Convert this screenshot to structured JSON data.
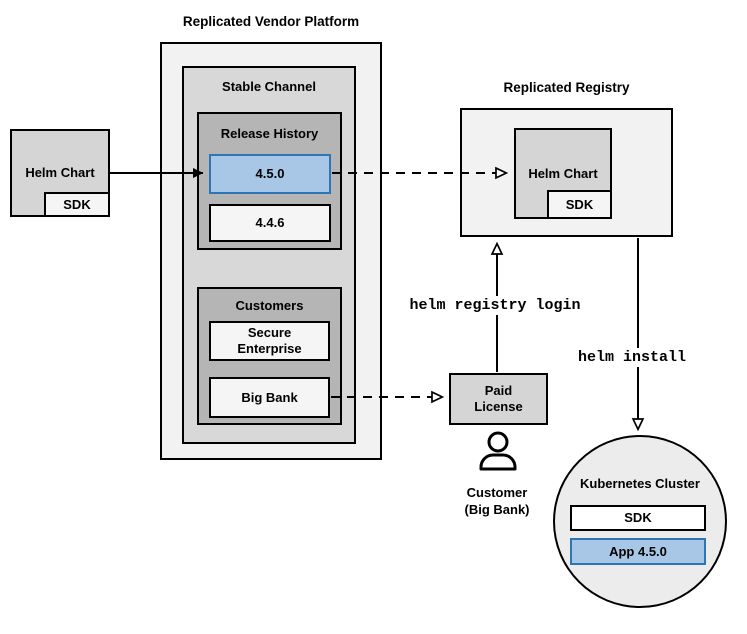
{
  "vendor_platform": {
    "title": "Replicated Vendor Platform",
    "stable_channel": {
      "title": "Stable Channel",
      "release_history": {
        "title": "Release History",
        "releases": [
          {
            "version": "4.5.0",
            "highlighted": true
          },
          {
            "version": "4.4.6",
            "highlighted": false
          }
        ]
      },
      "customers": {
        "title": "Customers",
        "items": [
          {
            "name": "Secure Enterprise"
          },
          {
            "name": "Big Bank"
          }
        ]
      }
    }
  },
  "source_helm_chart": {
    "label": "Helm Chart",
    "sdk_label": "SDK"
  },
  "registry": {
    "title": "Replicated Registry",
    "helm_chart_label": "Helm Chart",
    "sdk_label": "SDK"
  },
  "paid_license": {
    "label": "Paid License"
  },
  "customer": {
    "name": "Customer",
    "company": "(Big Bank)"
  },
  "kubernetes_cluster": {
    "title": "Kubernetes Cluster",
    "sdk_label": "SDK",
    "app_label": "App 4.5.0"
  },
  "commands": {
    "registry_login": "helm registry login",
    "install": "helm install"
  },
  "colors": {
    "highlight_fill": "#a8c7e7",
    "highlight_border": "#2e75b5",
    "highlight_text": "#1f5c99",
    "container_fill": "#f2f2f2",
    "channel_fill": "#d8d8d8",
    "group_fill": "#b5b5b5",
    "item_fill": "#f5f5f5",
    "chart_fill": "#d5d5d5",
    "line_color": "#000000"
  }
}
